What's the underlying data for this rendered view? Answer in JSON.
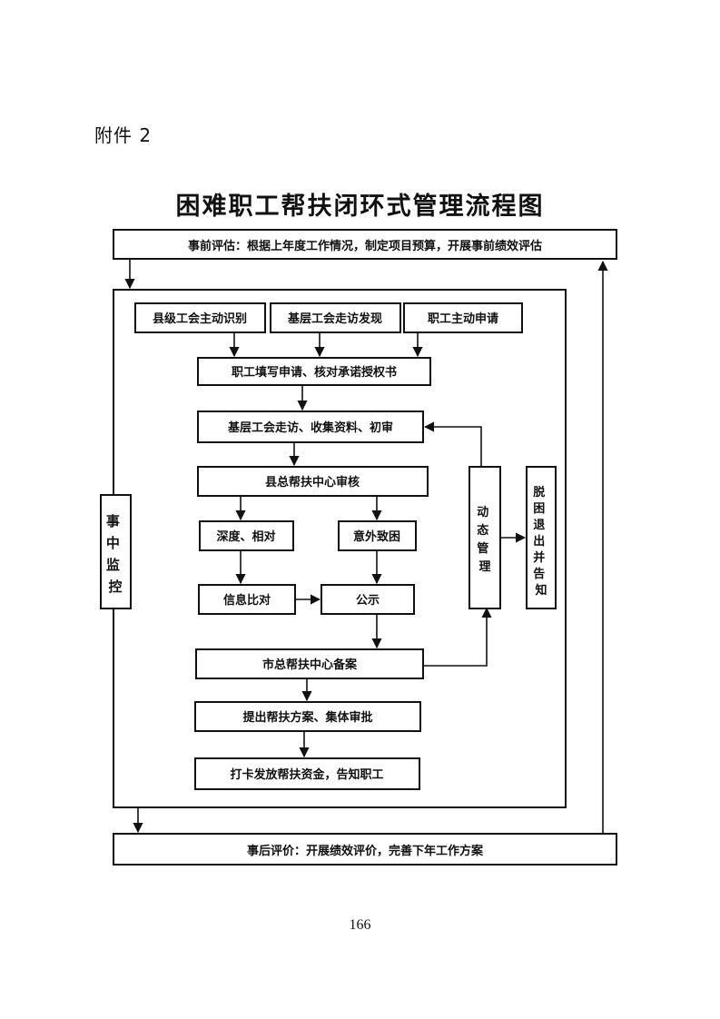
{
  "page": {
    "attachment_label": "附件 2",
    "title": "困难职工帮扶闭环式管理流程图",
    "page_number": "166"
  },
  "diagram": {
    "pre_eval": {
      "label": "事前评估：",
      "text": "根据上年度工作情况，制定项目预算，开展事前绩效评估"
    },
    "post_eval": {
      "label": "事后评价：",
      "text": "开展绩效评价，完善下年工作方案"
    },
    "mid_monitor": "事中监控",
    "sources": [
      "县级工会主动识别",
      "基层工会走访发现",
      "职工主动申请"
    ],
    "apply": "职工填写申请、核对承诺授权书",
    "grassroots_review": "基层工会走访、收集资料、初审",
    "county_review": "县总帮扶中心审核",
    "deep_poverty": "深度、相对",
    "accident_poverty": "意外致困",
    "info_compare": "信息比对",
    "publicity": "公示",
    "city_record": "市总帮扶中心备案",
    "plan": "提出帮扶方案、集体审批",
    "funding": "打卡发放帮扶资金，告知职工",
    "dynamic_mgmt": "动态管理",
    "exit_notice": "脱困退出并告知"
  }
}
